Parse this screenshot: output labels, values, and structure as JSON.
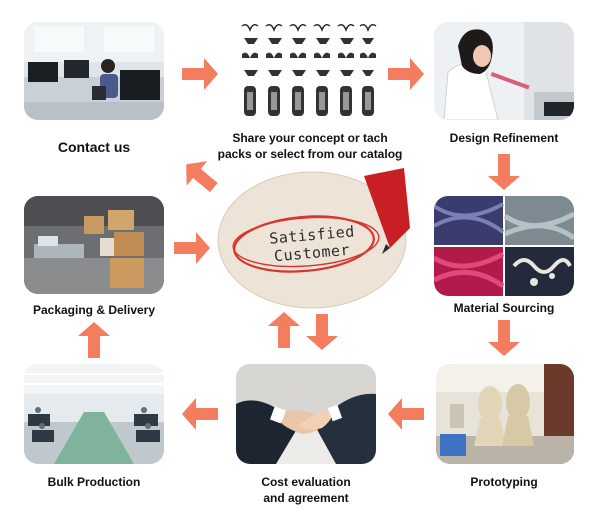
{
  "steps": {
    "contact": {
      "label": "Contact us"
    },
    "share": {
      "label_line1": "Share your concept or tach",
      "label_line2": "packs or select from our catalog"
    },
    "design": {
      "label": "Design Refinement"
    },
    "material": {
      "label": "Material Sourcing"
    },
    "prototyping": {
      "label": "Prototyping"
    },
    "cost": {
      "label_line1": "Cost evaluation",
      "label_line2": "and agreement"
    },
    "bulk": {
      "label": "Bulk Production"
    },
    "packaging": {
      "label": "Packaging & Delivery"
    }
  },
  "center": {
    "line1": "Satisfied",
    "line2": "Customer"
  },
  "colors": {
    "arrow": "#f47c5f",
    "stamp_red": "#d8352f",
    "text": "#111111"
  }
}
